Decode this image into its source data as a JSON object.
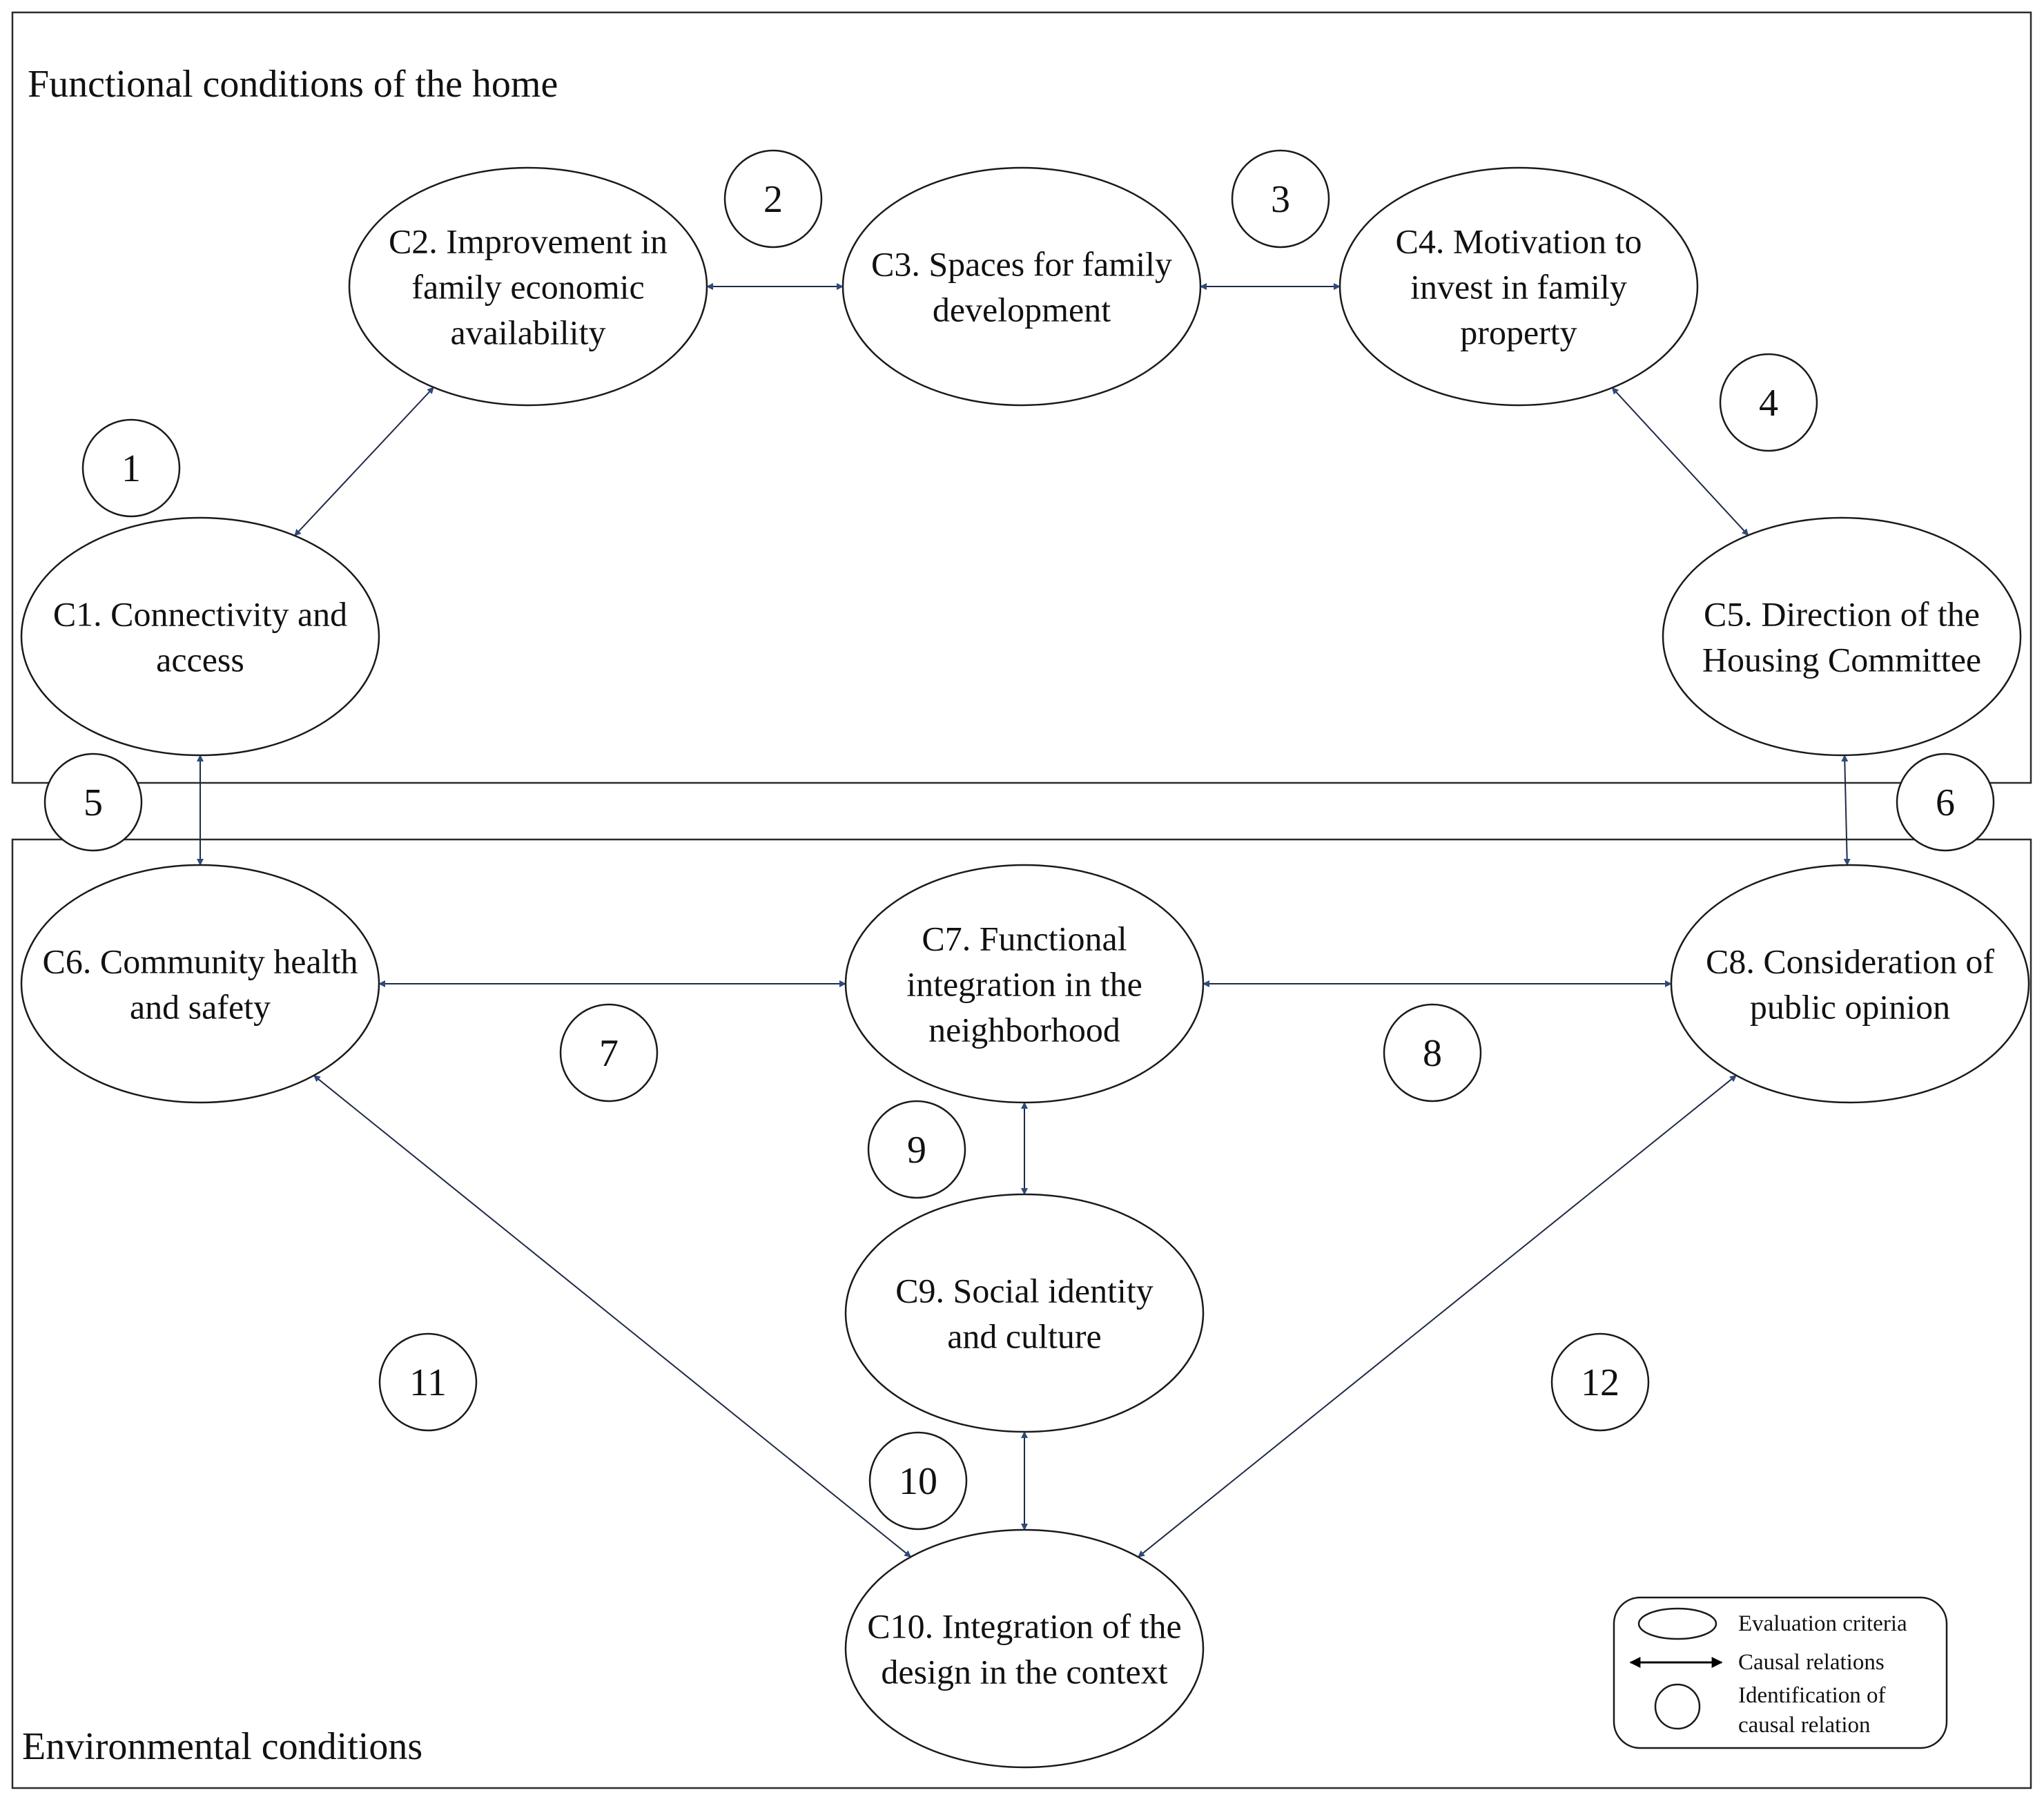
{
  "regions": {
    "home": "Functional conditions of the home",
    "environment": "Environmental conditions"
  },
  "nodes": [
    {
      "id": "C1",
      "lines": [
        "C1. Connectivity and",
        "access"
      ]
    },
    {
      "id": "C2",
      "lines": [
        "C2. Improvement in",
        "family economic",
        "availability"
      ]
    },
    {
      "id": "C3",
      "lines": [
        "C3. Spaces for family",
        "development"
      ]
    },
    {
      "id": "C4",
      "lines": [
        "C4. Motivation to",
        "invest in family",
        "property"
      ]
    },
    {
      "id": "C5",
      "lines": [
        "C5. Direction of the",
        "Housing Committee"
      ]
    },
    {
      "id": "C6",
      "lines": [
        "C6. Community health",
        "and safety"
      ]
    },
    {
      "id": "C7",
      "lines": [
        "C7. Functional",
        "integration in the",
        "neighborhood"
      ]
    },
    {
      "id": "C8",
      "lines": [
        "C8. Consideration of",
        "public opinion"
      ]
    },
    {
      "id": "C9",
      "lines": [
        "C9. Social identity",
        "and culture"
      ]
    },
    {
      "id": "C10",
      "lines": [
        "C10. Integration of the",
        "design in the context"
      ]
    }
  ],
  "relations": [
    {
      "label": "1",
      "from": "C1",
      "to": "C2"
    },
    {
      "label": "2",
      "from": "C2",
      "to": "C3"
    },
    {
      "label": "3",
      "from": "C3",
      "to": "C4"
    },
    {
      "label": "4",
      "from": "C4",
      "to": "C5"
    },
    {
      "label": "5",
      "from": "C1",
      "to": "C6"
    },
    {
      "label": "6",
      "from": "C5",
      "to": "C8"
    },
    {
      "label": "7",
      "from": "C6",
      "to": "C7"
    },
    {
      "label": "8",
      "from": "C7",
      "to": "C8"
    },
    {
      "label": "9",
      "from": "C7",
      "to": "C9"
    },
    {
      "label": "10",
      "from": "C9",
      "to": "C10"
    },
    {
      "label": "11",
      "from": "C6",
      "to": "C10"
    },
    {
      "label": "12",
      "from": "C8",
      "to": "C10"
    }
  ],
  "legend": {
    "evaluation_criteria": "Evaluation criteria",
    "causal_relations": "Causal relations",
    "identification_lines": [
      "Identification of",
      "causal relation"
    ]
  }
}
